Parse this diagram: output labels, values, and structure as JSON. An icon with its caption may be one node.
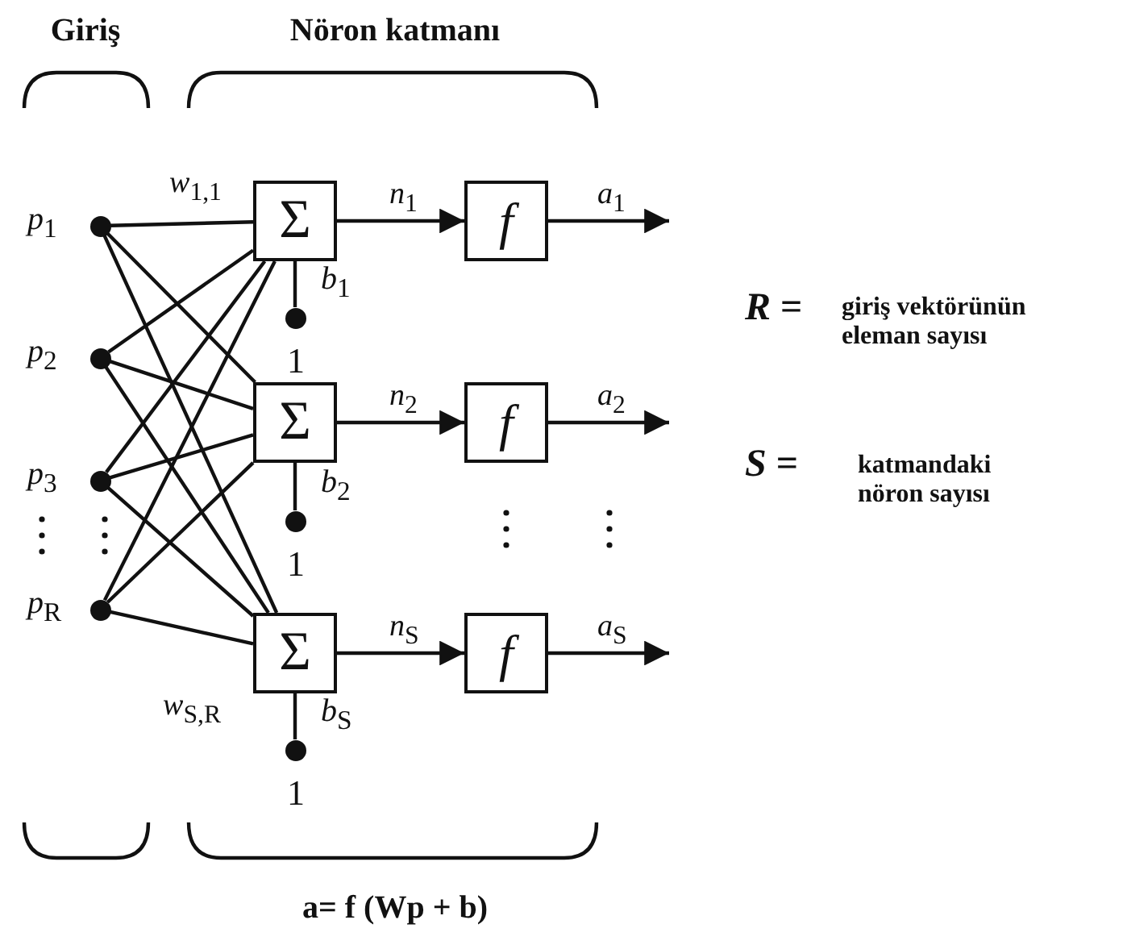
{
  "diagram": {
    "caption": "a= f (Wp + b)",
    "nodes": [
      {
        "text": [],
        "shape": "circle",
        "beside": [
          "*p*$_{1}$"
        ]
      },
      {
        "text": [],
        "shape": "circle",
        "beside": [
          "*p*$_{2}$"
        ]
      },
      {
        "text": [],
        "shape": "circle",
        "beside": [
          "*p*$_{3}$"
        ]
      },
      {
        "text": [],
        "shape": "circle",
        "beside": [
          "*p*$_{R}$"
        ]
      },
      {
        "text": [
          "Σ"
        ]
      },
      {
        "text": [
          "f"
        ]
      },
      {
        "text": [
          "Σ"
        ]
      },
      {
        "text": [
          "f"
        ]
      },
      {
        "text": [
          "Σ"
        ]
      },
      {
        "text": [
          "f"
        ]
      },
      {
        "text": [],
        "shape": "circle",
        "beside": [
          "*b*$_{1}$",
          "1"
        ]
      },
      {
        "text": [],
        "shape": "circle",
        "beside": [
          "*b*$_{2}$",
          "1"
        ]
      },
      {
        "text": [],
        "shape": "circle",
        "beside": [
          "*b*$_{S}$",
          "1"
        ]
      }
    ],
    "edges": [
      {
        "from": 0,
        "to": 4,
        "arrow": "none",
        "label": "*w*$_{1,1}$"
      },
      {
        "from": 0,
        "to": 6,
        "arrow": "none"
      },
      {
        "from": 0,
        "to": 8,
        "arrow": "none"
      },
      {
        "from": 1,
        "to": 4,
        "arrow": "none"
      },
      {
        "from": 1,
        "to": 6,
        "arrow": "none"
      },
      {
        "from": 1,
        "to": 8,
        "arrow": "none"
      },
      {
        "from": 2,
        "to": 4,
        "arrow": "none"
      },
      {
        "from": 2,
        "to": 6,
        "arrow": "none"
      },
      {
        "from": 2,
        "to": 8,
        "arrow": "none"
      },
      {
        "from": 3,
        "to": 4,
        "arrow": "none"
      },
      {
        "from": 3,
        "to": 6,
        "arrow": "none"
      },
      {
        "from": 3,
        "to": 8,
        "arrow": "none",
        "label": "*w*$_{S,R}$"
      },
      {
        "from": 10,
        "to": 4,
        "arrow": "none"
      },
      {
        "from": 11,
        "to": 6,
        "arrow": "none"
      },
      {
        "from": 12,
        "to": 8,
        "arrow": "none"
      },
      {
        "from": 4,
        "to": 5,
        "arrow": "to",
        "label": "*n*$_{1}$"
      },
      {
        "from": 6,
        "to": 7,
        "arrow": "to",
        "label": "*n*$_{2}$"
      },
      {
        "from": 8,
        "to": 9,
        "arrow": "to",
        "label": "*n*$_{S}$"
      },
      {
        "from": 5,
        "to": null,
        "arrow": "to",
        "label": "*a*$_{1}$"
      },
      {
        "from": 7,
        "to": null,
        "arrow": "to",
        "label": "*a*$_{2}$"
      },
      {
        "from": 9,
        "to": null,
        "arrow": "to",
        "label": "*a*$_{S}$"
      }
    ],
    "labels": [
      "Giriş",
      "Nöron katmanı",
      "*R* =",
      "giriş vektörünün eleman sayısı",
      "*S* =",
      "katmandaki nöron sayısı"
    ]
  }
}
